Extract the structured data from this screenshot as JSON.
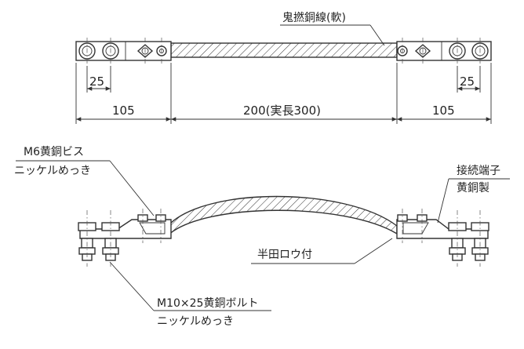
{
  "labels": {
    "braided_wire": "鬼撚銅線(軟)",
    "m6_screw_line1": "M6黄銅ビス",
    "m6_screw_line2": "ニッケルめっき",
    "terminal_line1": "接続端子",
    "terminal_line2": "黄銅製",
    "solder": "半田ロウ付",
    "m10_bolt_line1": "M10×25黄銅ボルト",
    "m10_bolt_line2": "ニッケルめっき"
  },
  "dimensions": {
    "left_hole_pitch": "25",
    "right_hole_pitch": "25",
    "left_terminal": "105",
    "center_length": "200(実長300)",
    "right_terminal": "105"
  }
}
